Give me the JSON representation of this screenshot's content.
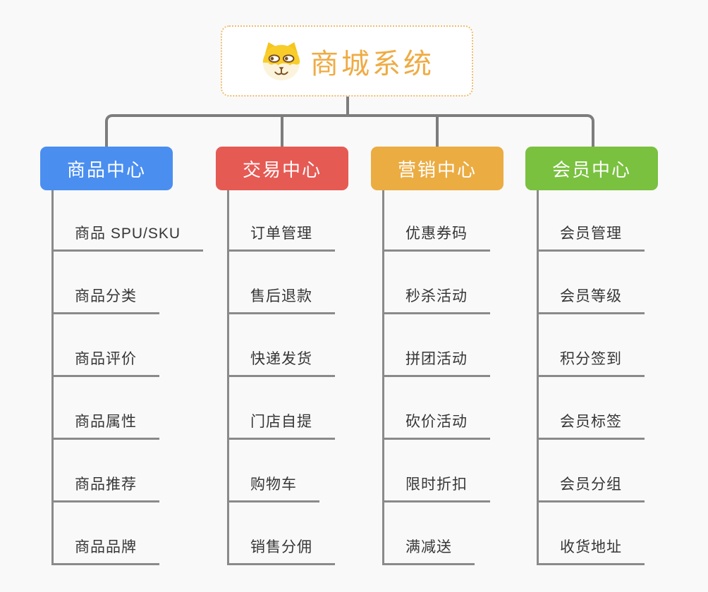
{
  "root": {
    "title": "商城系统",
    "icon": "dog-face-icon",
    "text_color": "#efab43",
    "border_color": "#eebd6d"
  },
  "branches": [
    {
      "label": "商品中心",
      "color": "#4a8ef0",
      "children": [
        "商品 SPU/SKU",
        "商品分类",
        "商品评价",
        "商品属性",
        "商品推荐",
        "商品品牌"
      ]
    },
    {
      "label": "交易中心",
      "color": "#e65a54",
      "children": [
        "订单管理",
        "售后退款",
        "快递发货",
        "门店自提",
        "购物车",
        "销售分佣"
      ]
    },
    {
      "label": "营销中心",
      "color": "#ebac42",
      "children": [
        "优惠券码",
        "秒杀活动",
        "拼团活动",
        "砍价活动",
        "限时折扣",
        "满减送"
      ]
    },
    {
      "label": "会员中心",
      "color": "#79c13f",
      "children": [
        "会员管理",
        "会员等级",
        "积分签到",
        "会员标签",
        "会员分组",
        "收货地址"
      ]
    }
  ],
  "palette": {
    "background": "#f9f9f9",
    "connector_line": "#7d7d7d",
    "leaf_line": "#8a8a8a",
    "leaf_text": "#363636"
  }
}
